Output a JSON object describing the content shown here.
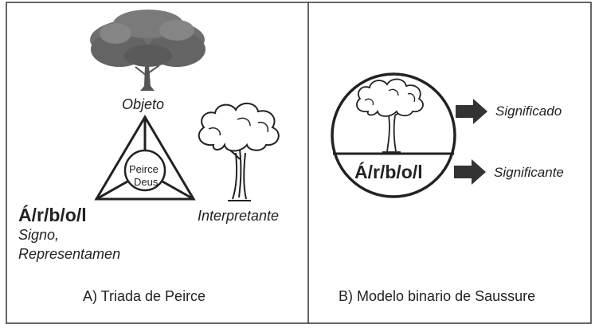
{
  "panel_a": {
    "caption": "A) Triada de Peirce",
    "object_label": "Objeto",
    "interpretant_label": "Interpretante",
    "sign_word": "Á/r/b/o/l",
    "sign_label_line1": "Signo,",
    "sign_label_line2": "Representamen",
    "center_line1": "Peirce",
    "center_line2": "Deus"
  },
  "panel_b": {
    "caption": "B) Modelo binario de Saussure",
    "signified_label": "Significado",
    "signifier_label": "Significante",
    "sign_word": "Á/r/b/o/l"
  },
  "colors": {
    "line": "#222222",
    "photo_tree": "#6e6e6e",
    "arrow": "#333333"
  }
}
